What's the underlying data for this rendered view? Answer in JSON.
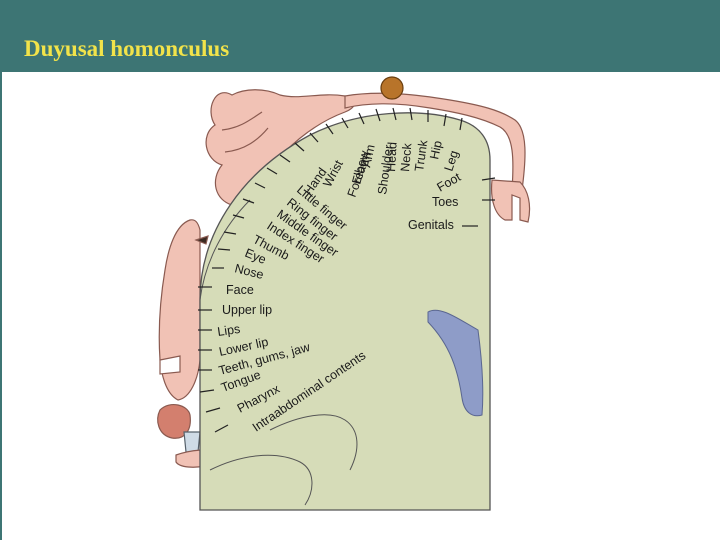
{
  "slide": {
    "title": "Duyusal homonculus"
  },
  "colors": {
    "header": "#3d7574",
    "title_text": "#f2e34a",
    "cortex": "#d6dcb8",
    "homunculus": "#f1c2b5",
    "ventricle": "#8e9cc8"
  },
  "labels": {
    "leg": "Leg",
    "hip": "Hip",
    "trunk": "Trunk",
    "neck": "Neck",
    "head": "Head",
    "shoulder": "Shoulder",
    "arm": "Arm",
    "elbow": "Elbow",
    "forearm": "Forearm",
    "wrist": "Wrist",
    "hand": "Hand",
    "little_finger": "Little finger",
    "ring_finger": "Ring finger",
    "middle_finger": "Middle finger",
    "index_finger": "Index finger",
    "thumb": "Thumb",
    "eye": "Eye",
    "nose": "Nose",
    "face": "Face",
    "upper_lip": "Upper lip",
    "lips": "Lips",
    "lower_lip": "Lower lip",
    "teeth_gums_jaw": "Teeth, gums, jaw",
    "tongue": "Tongue",
    "pharynx": "Pharynx",
    "intraabdominal": "Intraabdominal contents",
    "foot": "Foot",
    "toes": "Toes",
    "genitals": "Genitals"
  }
}
